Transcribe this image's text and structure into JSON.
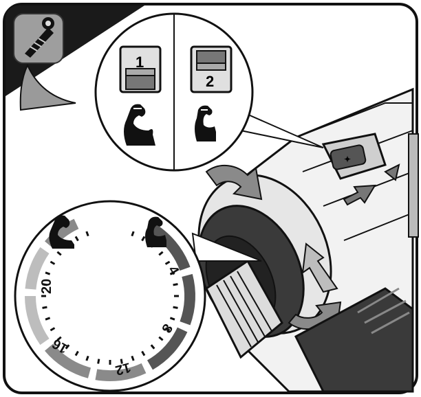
{
  "gear_selector": {
    "gear_1_label": "1",
    "gear_2_label": "2",
    "gear_1_icon": "strong-arm-icon",
    "gear_2_icon": "flexed-arm-icon"
  },
  "torque_dial": {
    "labels": [
      "4",
      "8",
      "12",
      "16",
      "20"
    ],
    "min_icon": "flexed-arm-icon",
    "max_icon": "strong-arm-icon"
  },
  "corner_badge": {
    "icon": "drill-bit-icon"
  },
  "colors": {
    "ink": "#111111",
    "dark_gray": "#555555",
    "mid_gray": "#8a8a8a",
    "light_gray": "#bdbdbd",
    "paper": "#ffffff"
  }
}
